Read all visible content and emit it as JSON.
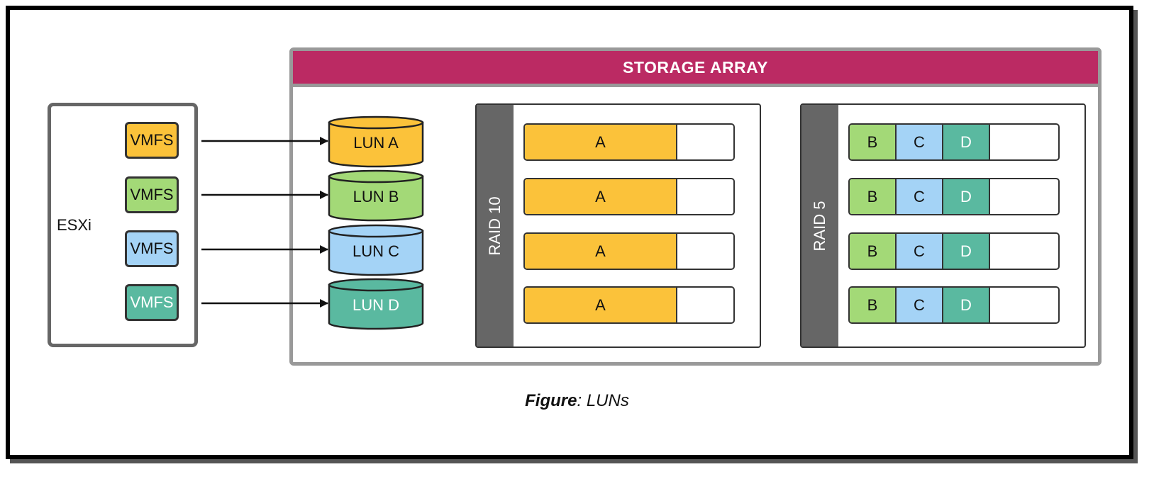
{
  "esxi": {
    "label": "ESXi",
    "vmfs": [
      {
        "label": "VMFS",
        "color": "#fbc23a"
      },
      {
        "label": "VMFS",
        "color": "#a3d977"
      },
      {
        "label": "VMFS",
        "color": "#a4d3f6"
      },
      {
        "label": "VMFS",
        "color": "#5ab9a0"
      }
    ]
  },
  "array": {
    "title": "STORAGE ARRAY",
    "title_color": "#bb2a63",
    "luns": [
      {
        "label": "LUN A",
        "color": "#fbc23a"
      },
      {
        "label": "LUN B",
        "color": "#a3d977"
      },
      {
        "label": "LUN C",
        "color": "#a4d3f6"
      },
      {
        "label": "LUN D",
        "color": "#5ab9a0"
      }
    ],
    "raid10": {
      "label": "RAID 10",
      "disks": [
        {
          "segments": [
            "A"
          ]
        },
        {
          "segments": [
            "A"
          ]
        },
        {
          "segments": [
            "A"
          ]
        },
        {
          "segments": [
            "A"
          ]
        }
      ]
    },
    "raid5": {
      "label": "RAID 5",
      "disks": [
        {
          "segments": [
            "B",
            "C",
            "D"
          ]
        },
        {
          "segments": [
            "B",
            "C",
            "D"
          ]
        },
        {
          "segments": [
            "B",
            "C",
            "D"
          ]
        },
        {
          "segments": [
            "B",
            "C",
            "D"
          ]
        }
      ]
    }
  },
  "segment_colors": {
    "A": "#fbc23a",
    "B": "#a3d977",
    "C": "#a4d3f6",
    "D": "#5ab9a0"
  },
  "caption": {
    "bold": "Figure",
    "rest": ": LUNs"
  }
}
